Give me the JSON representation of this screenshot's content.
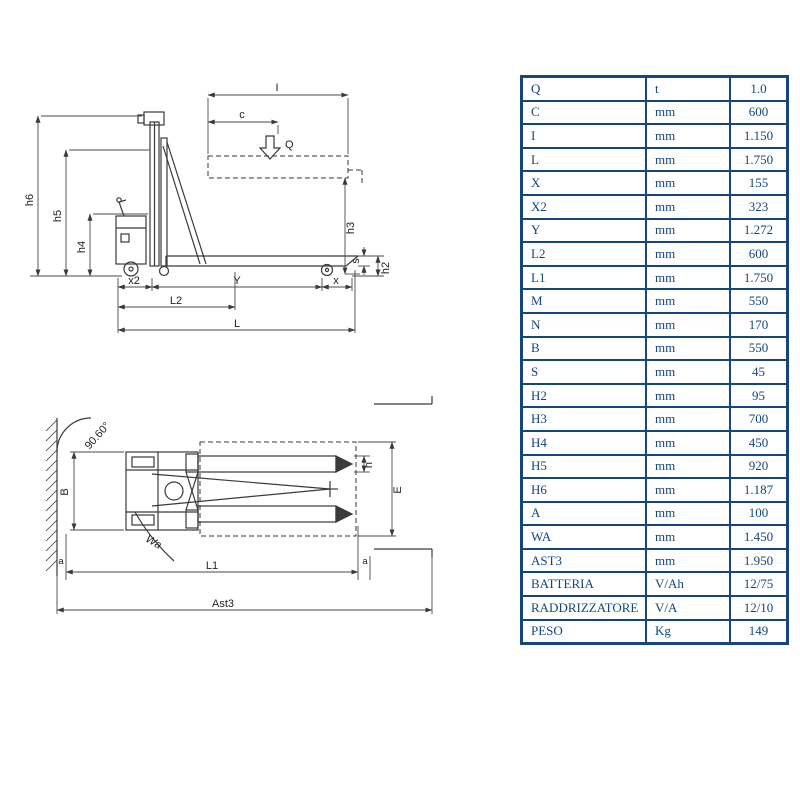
{
  "table": {
    "rows": [
      {
        "param": "Q",
        "unit": "t",
        "value": "1.0"
      },
      {
        "param": "C",
        "unit": "mm",
        "value": "600"
      },
      {
        "param": "I",
        "unit": "mm",
        "value": "1.150"
      },
      {
        "param": "L",
        "unit": "mm",
        "value": "1.750"
      },
      {
        "param": "X",
        "unit": "mm",
        "value": "155"
      },
      {
        "param": "X2",
        "unit": "mm",
        "value": "323"
      },
      {
        "param": "Y",
        "unit": "mm",
        "value": "1.272"
      },
      {
        "param": "L2",
        "unit": "mm",
        "value": "600"
      },
      {
        "param": "L1",
        "unit": "mm",
        "value": "1.750"
      },
      {
        "param": "M",
        "unit": "mm",
        "value": "550"
      },
      {
        "param": "N",
        "unit": "mm",
        "value": "170"
      },
      {
        "param": "B",
        "unit": "mm",
        "value": "550"
      },
      {
        "param": "S",
        "unit": "mm",
        "value": "45"
      },
      {
        "param": "H2",
        "unit": "mm",
        "value": "95"
      },
      {
        "param": "H3",
        "unit": "mm",
        "value": "700"
      },
      {
        "param": "H4",
        "unit": "mm",
        "value": "450"
      },
      {
        "param": "H5",
        "unit": "mm",
        "value": "920"
      },
      {
        "param": "H6",
        "unit": "mm",
        "value": "1.187"
      },
      {
        "param": "A",
        "unit": "mm",
        "value": "100"
      },
      {
        "param": "WA",
        "unit": "mm",
        "value": "1.450"
      },
      {
        "param": "AST3",
        "unit": "mm",
        "value": "1.950"
      },
      {
        "param": "BATTERIA",
        "unit": "V/Ah",
        "value": "12/75"
      },
      {
        "param": "RADDRIZZATORE",
        "unit": "V/A",
        "value": "12/10"
      },
      {
        "param": "PESO",
        "unit": "Kg",
        "value": "149"
      }
    ]
  },
  "diagram": {
    "side": {
      "h6": "h6",
      "h5": "h5",
      "h4": "h4",
      "c": "c",
      "i": "I",
      "q": "Q",
      "h3": "h3",
      "s": "s",
      "h2": "h2",
      "x2": "x2",
      "y": "Y",
      "x": "x",
      "l2": "L2",
      "l": "L"
    },
    "top": {
      "angle": "90.60°",
      "b": "B",
      "e": "E",
      "n": "n",
      "wa": "Wa",
      "a_left": "a",
      "a_right": "a",
      "l1": "L1",
      "ast3": "Ast3"
    },
    "colors": {
      "line": "#3a3a3a",
      "table_border": "#16477c",
      "table_text": "#13467e"
    }
  }
}
